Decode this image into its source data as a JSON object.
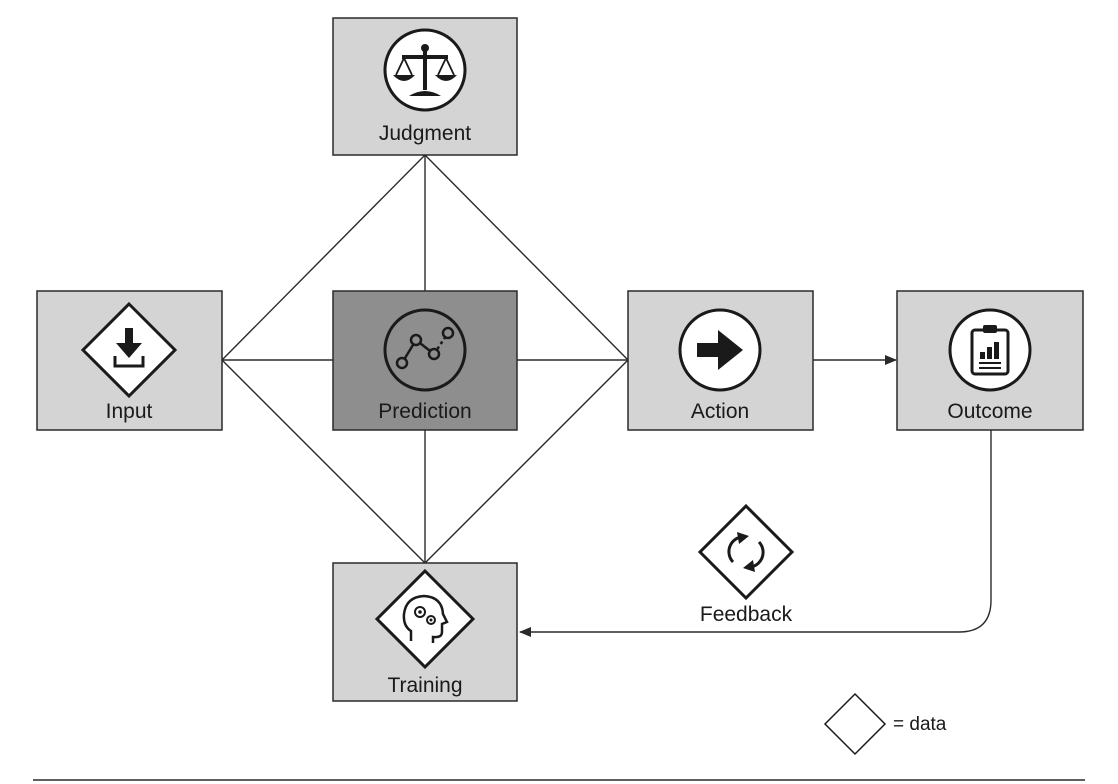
{
  "nodes": {
    "judgment": {
      "label": "Judgment",
      "icon": "scales-icon"
    },
    "input": {
      "label": "Input",
      "icon": "download-arrow-diamond-icon"
    },
    "prediction": {
      "label": "Prediction",
      "icon": "trend-line-icon"
    },
    "action": {
      "label": "Action",
      "icon": "right-arrow-icon"
    },
    "outcome": {
      "label": "Outcome",
      "icon": "clipboard-chart-icon"
    },
    "training": {
      "label": "Training",
      "icon": "head-gears-diamond-icon"
    }
  },
  "feedback": {
    "label": "Feedback",
    "icon": "refresh-cycle-diamond-icon"
  },
  "legend": {
    "symbol": "diamond",
    "label": "= data"
  },
  "colors": {
    "box": "#d4d4d4",
    "box_highlight": "#8e8e8e",
    "stroke": "#2a2a2a"
  }
}
